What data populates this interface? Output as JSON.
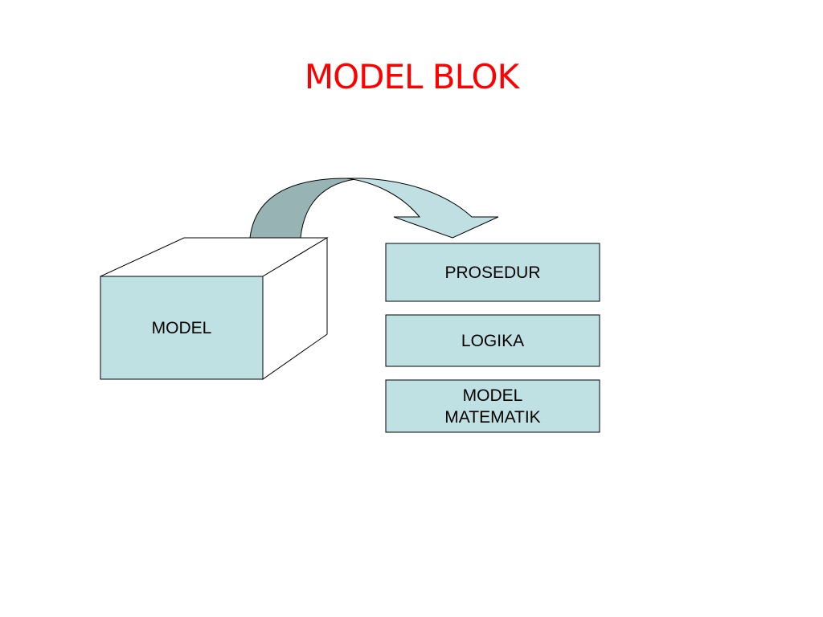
{
  "slide": {
    "title": "MODEL BLOK",
    "title_color": "#ff0000"
  },
  "diagram": {
    "colors": {
      "box_fill": "#bfe1e3",
      "box_side_fill": "#ffffff",
      "arrow_light": "#c0dfe2",
      "arrow_dark": "#98b3b4",
      "stroke": "#000000"
    },
    "source": {
      "label": "MODEL"
    },
    "connector": {
      "kind": "curved-arrow",
      "direction": "from source to targets"
    },
    "targets": [
      {
        "label": "PROSEDUR"
      },
      {
        "label": "LOGIKA"
      },
      {
        "label": "MODEL\nMATEMATIK"
      }
    ]
  }
}
